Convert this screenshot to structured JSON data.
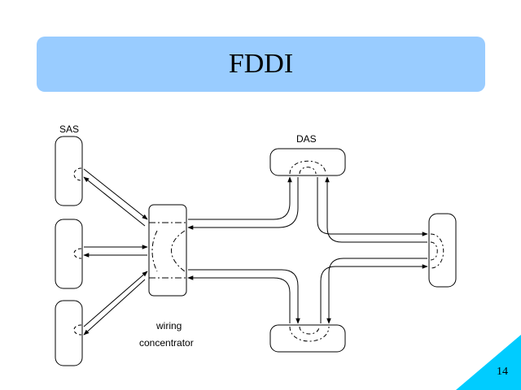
{
  "slide": {
    "title": "FDDI",
    "page_number": "14"
  },
  "diagram": {
    "labels": {
      "sas": "SAS",
      "das": "DAS",
      "concentrator_line1": "wiring",
      "concentrator_line2": "concentrator"
    }
  },
  "colors": {
    "banner": "#99ccff",
    "corner": "#00ccff",
    "line": "#000000"
  }
}
